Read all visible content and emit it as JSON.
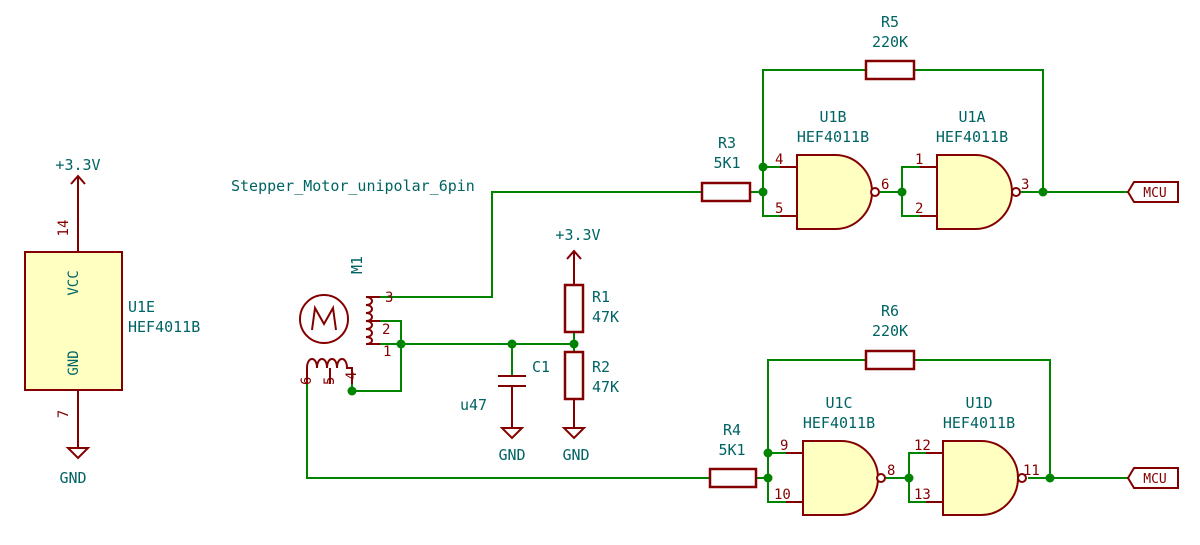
{
  "net_label": "Stepper_Motor_unipolar_6pin",
  "power": {
    "vcc_u1e": "+3.3V",
    "vcc_r1": "+3.3V",
    "gnd_u1e": "GND",
    "gnd_c1": "GND",
    "gnd_r2": "GND"
  },
  "u1e": {
    "ref": "U1E",
    "value": "HEF4011B",
    "vcc_label": "VCC",
    "gnd_label": "GND",
    "pin_vcc": "14",
    "pin_gnd": "7"
  },
  "m1": {
    "ref": "M1",
    "pins": [
      "3",
      "2",
      "1",
      "6",
      "5",
      "4"
    ]
  },
  "r1": {
    "ref": "R1",
    "value": "47K"
  },
  "r2": {
    "ref": "R2",
    "value": "47K"
  },
  "c1": {
    "ref": "C1",
    "value": "u47"
  },
  "r3": {
    "ref": "R3",
    "value": "5K1"
  },
  "r4": {
    "ref": "R4",
    "value": "5K1"
  },
  "r5": {
    "ref": "R5",
    "value": "220K"
  },
  "r6": {
    "ref": "R6",
    "value": "220K"
  },
  "u1b": {
    "ref": "U1B",
    "value": "HEF4011B",
    "pin_in1": "4",
    "pin_in2": "5",
    "pin_out": "6"
  },
  "u1a": {
    "ref": "U1A",
    "value": "HEF4011B",
    "pin_in1": "1",
    "pin_in2": "2",
    "pin_out": "3"
  },
  "u1c": {
    "ref": "U1C",
    "value": "HEF4011B",
    "pin_in1": "9",
    "pin_in2": "10",
    "pin_out": "8"
  },
  "u1d": {
    "ref": "U1D",
    "value": "HEF4011B",
    "pin_in1": "12",
    "pin_in2": "13",
    "pin_out": "11"
  },
  "mcu_top": "MCU",
  "mcu_bottom": "MCU",
  "colors": {
    "wire": "#008400",
    "part": "#840000",
    "body_fill": "#ffffc2",
    "text": "#006464"
  }
}
